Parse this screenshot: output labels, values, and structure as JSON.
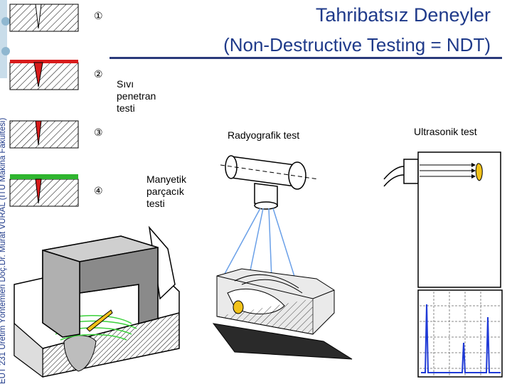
{
  "title": {
    "line1": "Tahribatsız Deneyler",
    "line2": "(Non-Destructive Testing = NDT)"
  },
  "steps": [
    {
      "number": "①"
    },
    {
      "number": "②"
    },
    {
      "number": "③"
    },
    {
      "number": "④"
    }
  ],
  "labels": {
    "liquid_penetrant": "Sıvı\npenetran\ntesti",
    "radiographic": "Radyografik test",
    "ultrasonic": "Ultrasonik test",
    "magnetic": "Manyetik\nparçacık\ntesti"
  },
  "side_text": "EUT 231 Üretim Yöntemleri    Doç.Dr. Murat VURAL (İTÜ Makina Fakültesi)",
  "colors": {
    "title": "#1f3a8a",
    "penetrant_red": "#d81b1b",
    "developer_green": "#2fb52f",
    "defect_yellow": "#f2c21a",
    "trace_blue": "#1f3ad6",
    "field_green": "#3bd13b",
    "beam_blue": "#6aa0e8"
  }
}
